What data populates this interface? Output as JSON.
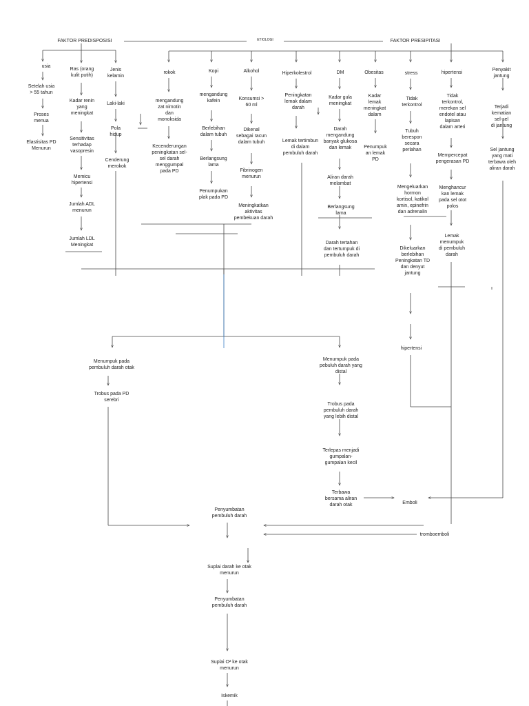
{
  "headers": {
    "faktor_predisposisi": "FAKTOR PREDISPOSISI",
    "etiologi": "ETIOLOGI",
    "faktor_presipitasi": "FAKTOR PRESIPITASI"
  },
  "predisposisi": {
    "usia": {
      "title": "usia",
      "steps": [
        "Setelah usia\n> 55 tahun",
        "Proses\nmenua",
        "Elastisitas PD\nMenurun"
      ]
    },
    "ras": {
      "title": "Ras (orang\nkulit putih)",
      "steps": [
        "Kadar renin\nyang\nmeningkat",
        "Sensitivitas\nterhadap\nvasopresin",
        "Memicu\nhipertensi",
        "Jumlah ADL\nmenurun",
        "Jumlah LDL\nMeningkat"
      ]
    },
    "jenis_kelamin": {
      "title": "Jenis\nkelamin",
      "steps": [
        "Laki-laki",
        "Pola\nhidup",
        "Cenderung\nmerokok"
      ]
    }
  },
  "presipitasi": {
    "rokok": {
      "title": "rokok",
      "steps": [
        "mengandung\nzat nimotin\ndan\nmonoksida",
        "Kecenderungan\npeningkatan sel-\nsel darah\nmenggumpal\npada PD"
      ]
    },
    "kopi": {
      "title": "Kopi",
      "steps": [
        "mengandung\nkafein",
        "Berlebihan\ndalam tubuh",
        "Berlangsung\nlama",
        "Penumpukan\nplak pada PD"
      ]
    },
    "alkohol": {
      "title": "Alkohol",
      "steps": [
        "Konsumsi >\n60 ml",
        "Dikenal\nsebagai racun\ndalam tubuh",
        "Fibrinogen\nmenurun",
        "Meningkatkan\naktivitas\npembekuan darah"
      ]
    },
    "hiperkolestrol": {
      "title": "Hiperkolestrol",
      "steps": [
        "Peningkatan\nlemak dalam\ndarah",
        "Lemak tertimbun\ndi dalam\npembuluh darah"
      ]
    },
    "dm": {
      "title": "DM",
      "steps": [
        "Kadar gula\nmeningkat",
        "Darah\nmengandung\nbanyak glukosa\ndan lemak",
        "Aliran darah\nmelambat",
        "Berlangsung\nlama",
        "Darah tertahan\ndan tertumpuk di\npembuluh darah"
      ]
    },
    "obesitas": {
      "title": "Obesitas",
      "steps": [
        "Kadar\nlemak\nmeningkat\ndalam",
        "Penumpuk\nan lemak\nPD"
      ]
    },
    "stress": {
      "title": "stress",
      "steps": [
        "Tidak\nterkontrol",
        "Tubuh\nberespon\nsecara\nperlahan",
        "Mengeluarkan\nhormon\nkortisol, katikol\namin, epinefrin\ndan adrenalin",
        "Dikeluarkan\nberlebihan\nPeningkatan TD\ndan denyut\njantung",
        "hipertensi"
      ]
    },
    "hipertensi": {
      "title": "hipertensi",
      "steps": [
        "Tidak\nterkontrol,\nmerekan sel\nendotel atau\nlapisan\ndalam arteri",
        "Mempercepat\npengerasan PD",
        "Menghancur\nkan lemak\npada sel otot\npolos",
        "Lemak\nmenumpuk\ndi pembuluh\ndarah"
      ]
    },
    "jantung": {
      "title": "Penyakit\njantung",
      "steps": [
        "Terjadi\nkematian\nsel-sel\ndi jantung",
        "Sel jantung\nyang mati\nterbawa oleh\naliran darah"
      ]
    }
  },
  "lower": {
    "left": [
      "Menumpuk pada\npembuluh darah otak",
      "Trobus pada PD\nserebri"
    ],
    "right": [
      "Menumpuk pada\npebuluh darah yang\ndistal",
      "Trobus pada\npembuluh darah\nyang lebih distal",
      "Terlepas menjadi\ngumpalan-\ngumpalan kecil",
      "Terbawa\nbersama aliran\ndarah otak"
    ],
    "emboli": "Emboli",
    "tromboemboli": "tromboemboli",
    "final": [
      "Penyumbatan\npembuluh darah",
      "Suplai darah ke otak\nmenurun",
      "Penyumbatan\npembuluh darah",
      "Suplai O² ke otak\nmenurun",
      "Iskemik"
    ]
  }
}
